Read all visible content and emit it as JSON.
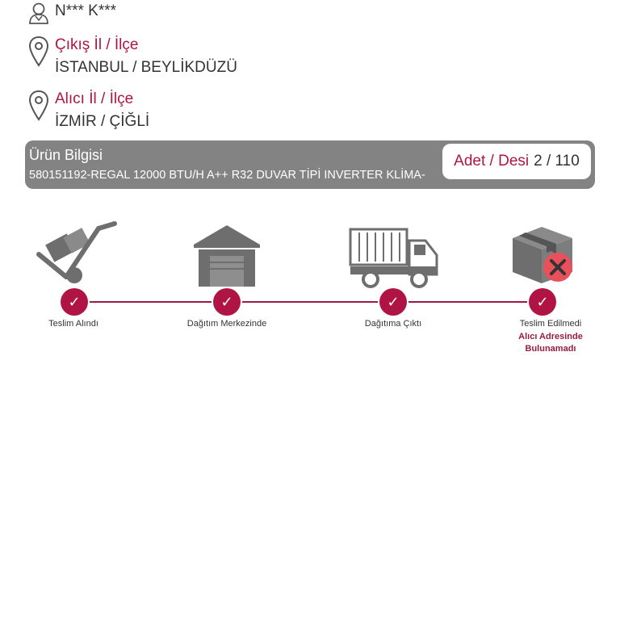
{
  "recipient": {
    "name": "N*** K***",
    "icon": "user-icon"
  },
  "origin": {
    "label": "Çıkış İl / İlçe",
    "value": "İSTANBUL / BEYLİKDÜZÜ",
    "icon": "location-pin-icon"
  },
  "destination": {
    "label": "Alıcı İl / İlçe",
    "value": "İZMİR / ÇİĞLİ",
    "icon": "location-pin-icon"
  },
  "product": {
    "title": "Ürün Bilgisi",
    "code": "580151192-REGAL 12000 BTU/H A++ R32 DUVAR TİPİ INVERTER KLİMA-",
    "qty_label": "Adet / Desi",
    "qty_value": "2 / 110"
  },
  "steps": [
    {
      "label": "Teslim Alındı",
      "icon": "hand-truck-icon"
    },
    {
      "label": "Dağıtım Merkezinde",
      "icon": "warehouse-icon"
    },
    {
      "label": "Dağıtıma Çıktı",
      "icon": "delivery-truck-icon"
    },
    {
      "label": "Teslim Edilmedi",
      "icon": "package-failed-icon",
      "note": "Alıcı Adresinde Bulunamadı"
    }
  ],
  "colors": {
    "accent": "#b01445",
    "bar": "#838383",
    "icon_gray": "#6e6e6e"
  }
}
